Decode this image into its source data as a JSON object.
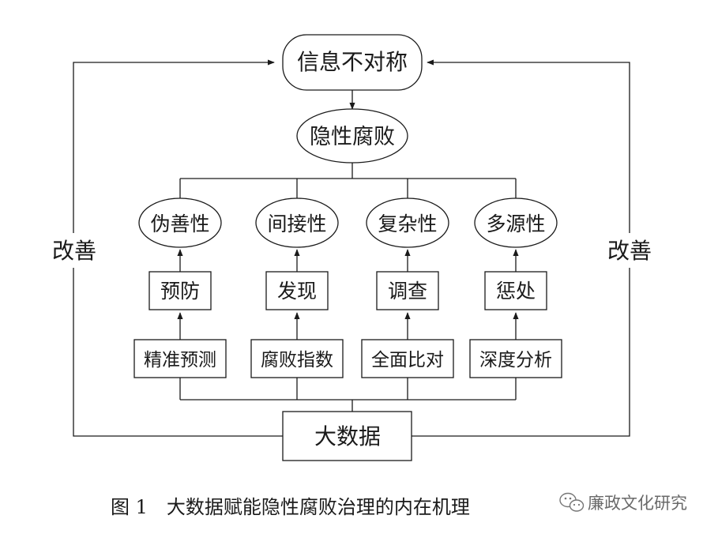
{
  "diagram": {
    "top_node": "信息不对称",
    "second_node": "隐性腐败",
    "properties": [
      "伪善性",
      "间接性",
      "复杂性",
      "多源性"
    ],
    "actions": [
      "预防",
      "发现",
      "调查",
      "惩处"
    ],
    "methods": [
      "精准预测",
      "腐败指数",
      "全面比对",
      "深度分析"
    ],
    "bottom_node": "大数据",
    "left_loop_label": "改善",
    "right_loop_label": "改善"
  },
  "caption": "图 1　大数据赋能隐性腐败治理的内在机理",
  "watermark": {
    "text": "廉政文化研究",
    "icon": "wechat-icon"
  }
}
